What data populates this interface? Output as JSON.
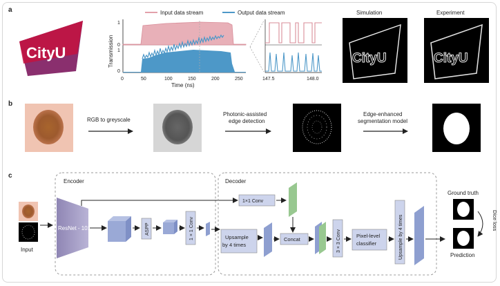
{
  "panel_labels": {
    "a": "a",
    "b": "b",
    "c": "c"
  },
  "logo": {
    "text": "CityU",
    "colors": {
      "red": "#c4123f",
      "purple": "#8a2f6e"
    }
  },
  "panel_a": {
    "legend": {
      "input": "Input data stream",
      "output": "Output data stream"
    },
    "ylabel": "Transmission",
    "xlabel": "Time (ns)",
    "xticks": [
      "0",
      "50",
      "100",
      "150",
      "200",
      "250"
    ],
    "yticks_top": [
      "1",
      "0"
    ],
    "yticks_bottom": [
      "1",
      "0"
    ],
    "zoom_xticks": [
      "147.5",
      "148.0"
    ],
    "simulation_title": "Simulation",
    "experiment_title": "Experiment",
    "colors": {
      "input": "#e3a0aa",
      "output": "#4d98c8"
    }
  },
  "panel_b": {
    "step1": "RGB to greyscale",
    "step2_line1": "Photonic-assisted",
    "step2_line2": "edge detection",
    "step3_line1": "Edge-enhanced",
    "step3_line2": "segmentation model"
  },
  "panel_c": {
    "input_label": "Input",
    "encoder_title": "Encoder",
    "decoder_title": "Decoder",
    "resnet": "ResNet - 101",
    "aspp": "ASPP",
    "conv1x1_enc": "1 × 1 Conv",
    "conv1x1_dec": "1×1 Conv",
    "upsample_line1": "Upsample",
    "upsample_line2": "by 4 times",
    "concat": "Concat",
    "conv3x3": "3 × 3 Conv",
    "pixel_line1": "Pixel-level",
    "pixel_line2": "classifier",
    "upsample_vertical": "Upsample by 4 times",
    "ground_truth": "Ground truth",
    "prediction": "Prediction",
    "dice_loss": "Dice loss",
    "colors": {
      "blue": "#8e9fd0",
      "green": "#98c890",
      "box": "#cdd4ec"
    }
  }
}
